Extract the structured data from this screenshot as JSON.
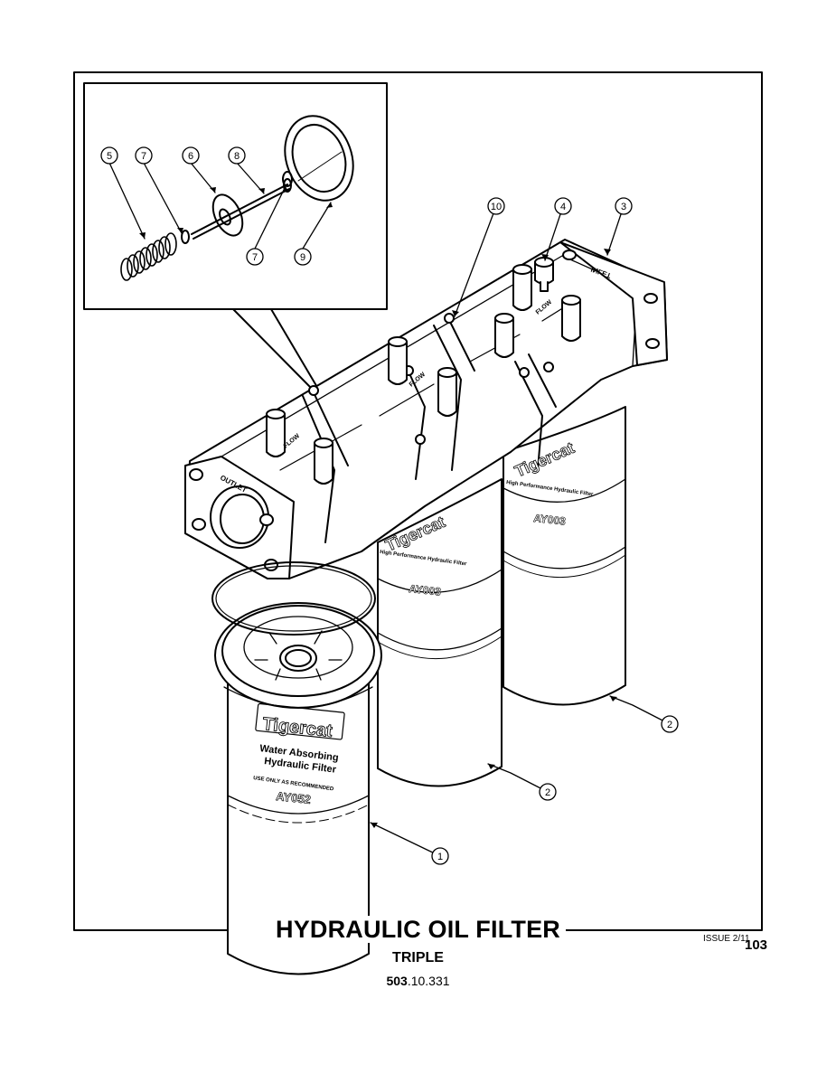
{
  "title": "HYDRAULIC OIL FILTER",
  "subtitle": "TRIPLE",
  "part_code": {
    "prefix": "503",
    "suffix": ".10.331"
  },
  "issue": "ISSUE 2/11",
  "page_number": "103",
  "callouts": {
    "c1": "1",
    "c2a": "2",
    "c2b": "2",
    "c3": "3",
    "c4": "4",
    "c5": "5",
    "c6": "6",
    "c7a": "7",
    "c7b": "7",
    "c8": "8",
    "c9": "9",
    "c10": "10"
  },
  "labels": {
    "brand": "Tigercat",
    "brand2": "Tigercat",
    "brand3": "Tigercat",
    "filter1_line1": "Water Absorbing",
    "filter1_line2": "Hydraulic Filter",
    "filter1_line3": "USE ONLY AS RECOMMENDED",
    "filter1_model": "AY052",
    "filter2_desc": "High Performance Hydraulic Filter",
    "filter2_model": "AY003",
    "filter3_desc": "High Performance Hydraulic Filter",
    "filter3_model": "AY003",
    "outlet": "OUTLET",
    "inlet": "INLET",
    "flow1": "FLOW",
    "flow2": "FLOW",
    "flow3": "FLOW"
  }
}
